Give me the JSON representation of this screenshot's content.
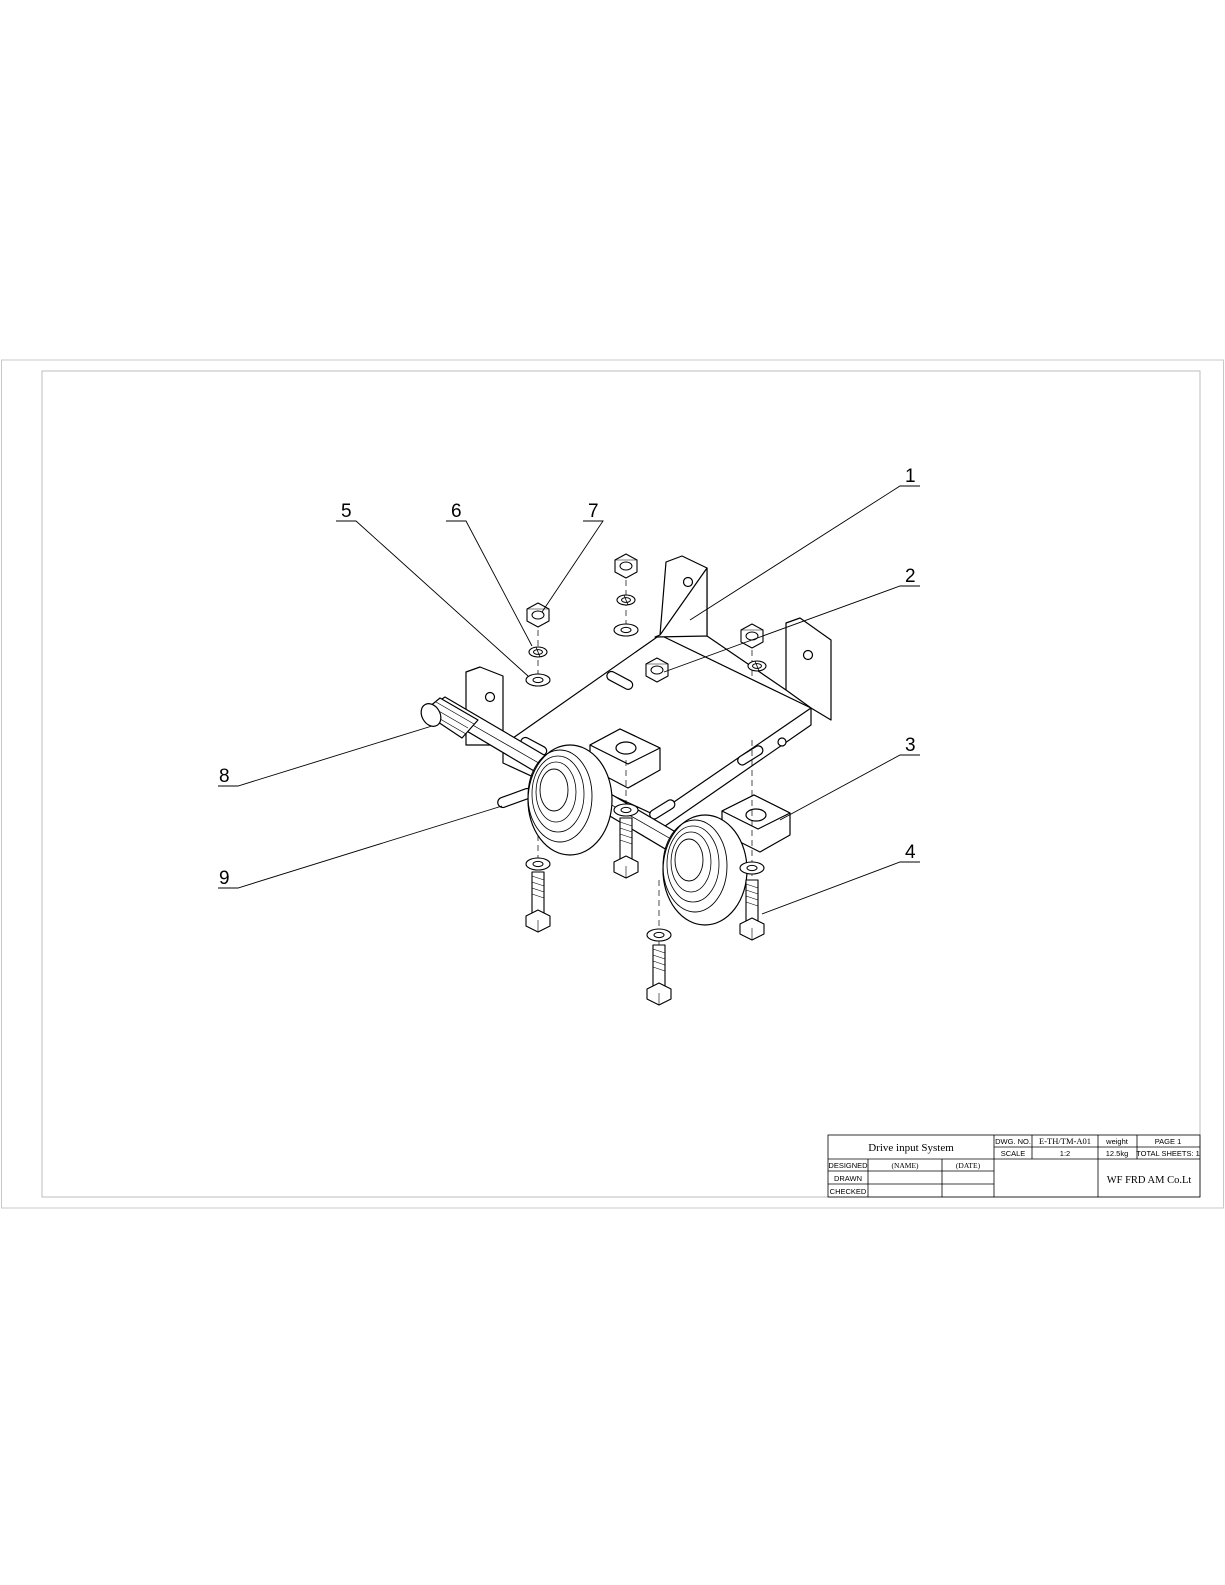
{
  "drawing_title": "Drive input System",
  "part_callouts": [
    "1",
    "2",
    "3",
    "4",
    "5",
    "6",
    "7",
    "8",
    "9"
  ],
  "title_block": {
    "dwg_no_label": "DWG. NO.",
    "dwg_no_value": "E-TH/TM-A01",
    "weight_label": "weight",
    "page_label": "PAGE 1",
    "scale_label": "SCALE",
    "scale_value": "1:2",
    "weight_value": "12.5kg",
    "total_sheets": "TOTAL SHEETS: 1",
    "designed_label": "DESIGNED",
    "name_header": "(NAME)",
    "date_header": "(DATE)",
    "drawn_label": "DRAWN",
    "checked_label": "CHECKED",
    "company": "WF FRD AM Co.Lt"
  }
}
